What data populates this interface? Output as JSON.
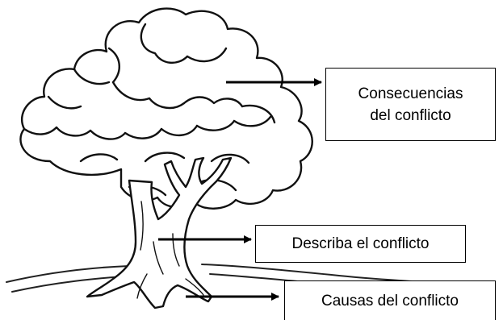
{
  "diagram": {
    "labels": {
      "consequences_line1": "Consecuencias",
      "consequences_line2": "del conflicto",
      "conflict": "Describa el conflicto",
      "causes": "Causas del conflicto"
    }
  },
  "colors": {
    "ink": "#000000",
    "background": "#ffffff"
  }
}
